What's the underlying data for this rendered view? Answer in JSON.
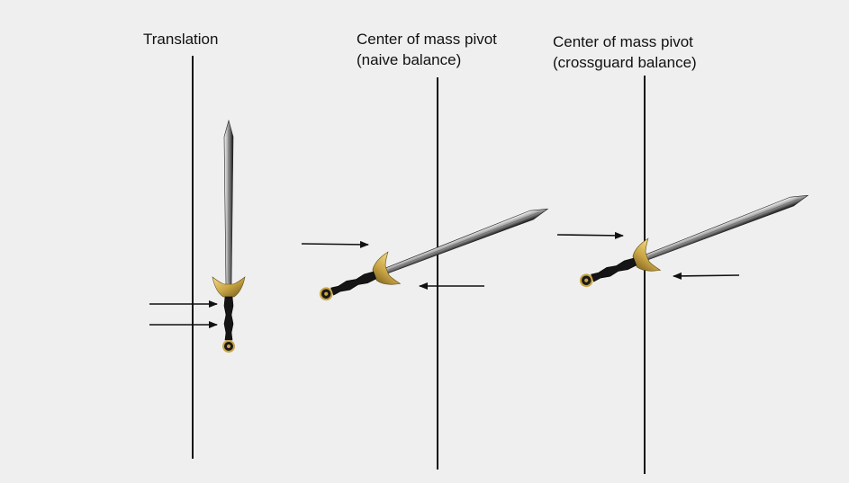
{
  "panels": [
    {
      "title_lines": [
        "Translation"
      ]
    },
    {
      "title_lines": [
        "Center of mass pivot",
        "(naive balance)"
      ]
    },
    {
      "title_lines": [
        "Center of mass pivot",
        "(crossguard balance)"
      ]
    }
  ],
  "colors": {
    "background": "#efefef",
    "line": "#111111",
    "guard": "#c9a544",
    "grip": "#1a1a1a",
    "blade_dark": "#1c1c1c",
    "blade_light": "#f4f4f4"
  }
}
